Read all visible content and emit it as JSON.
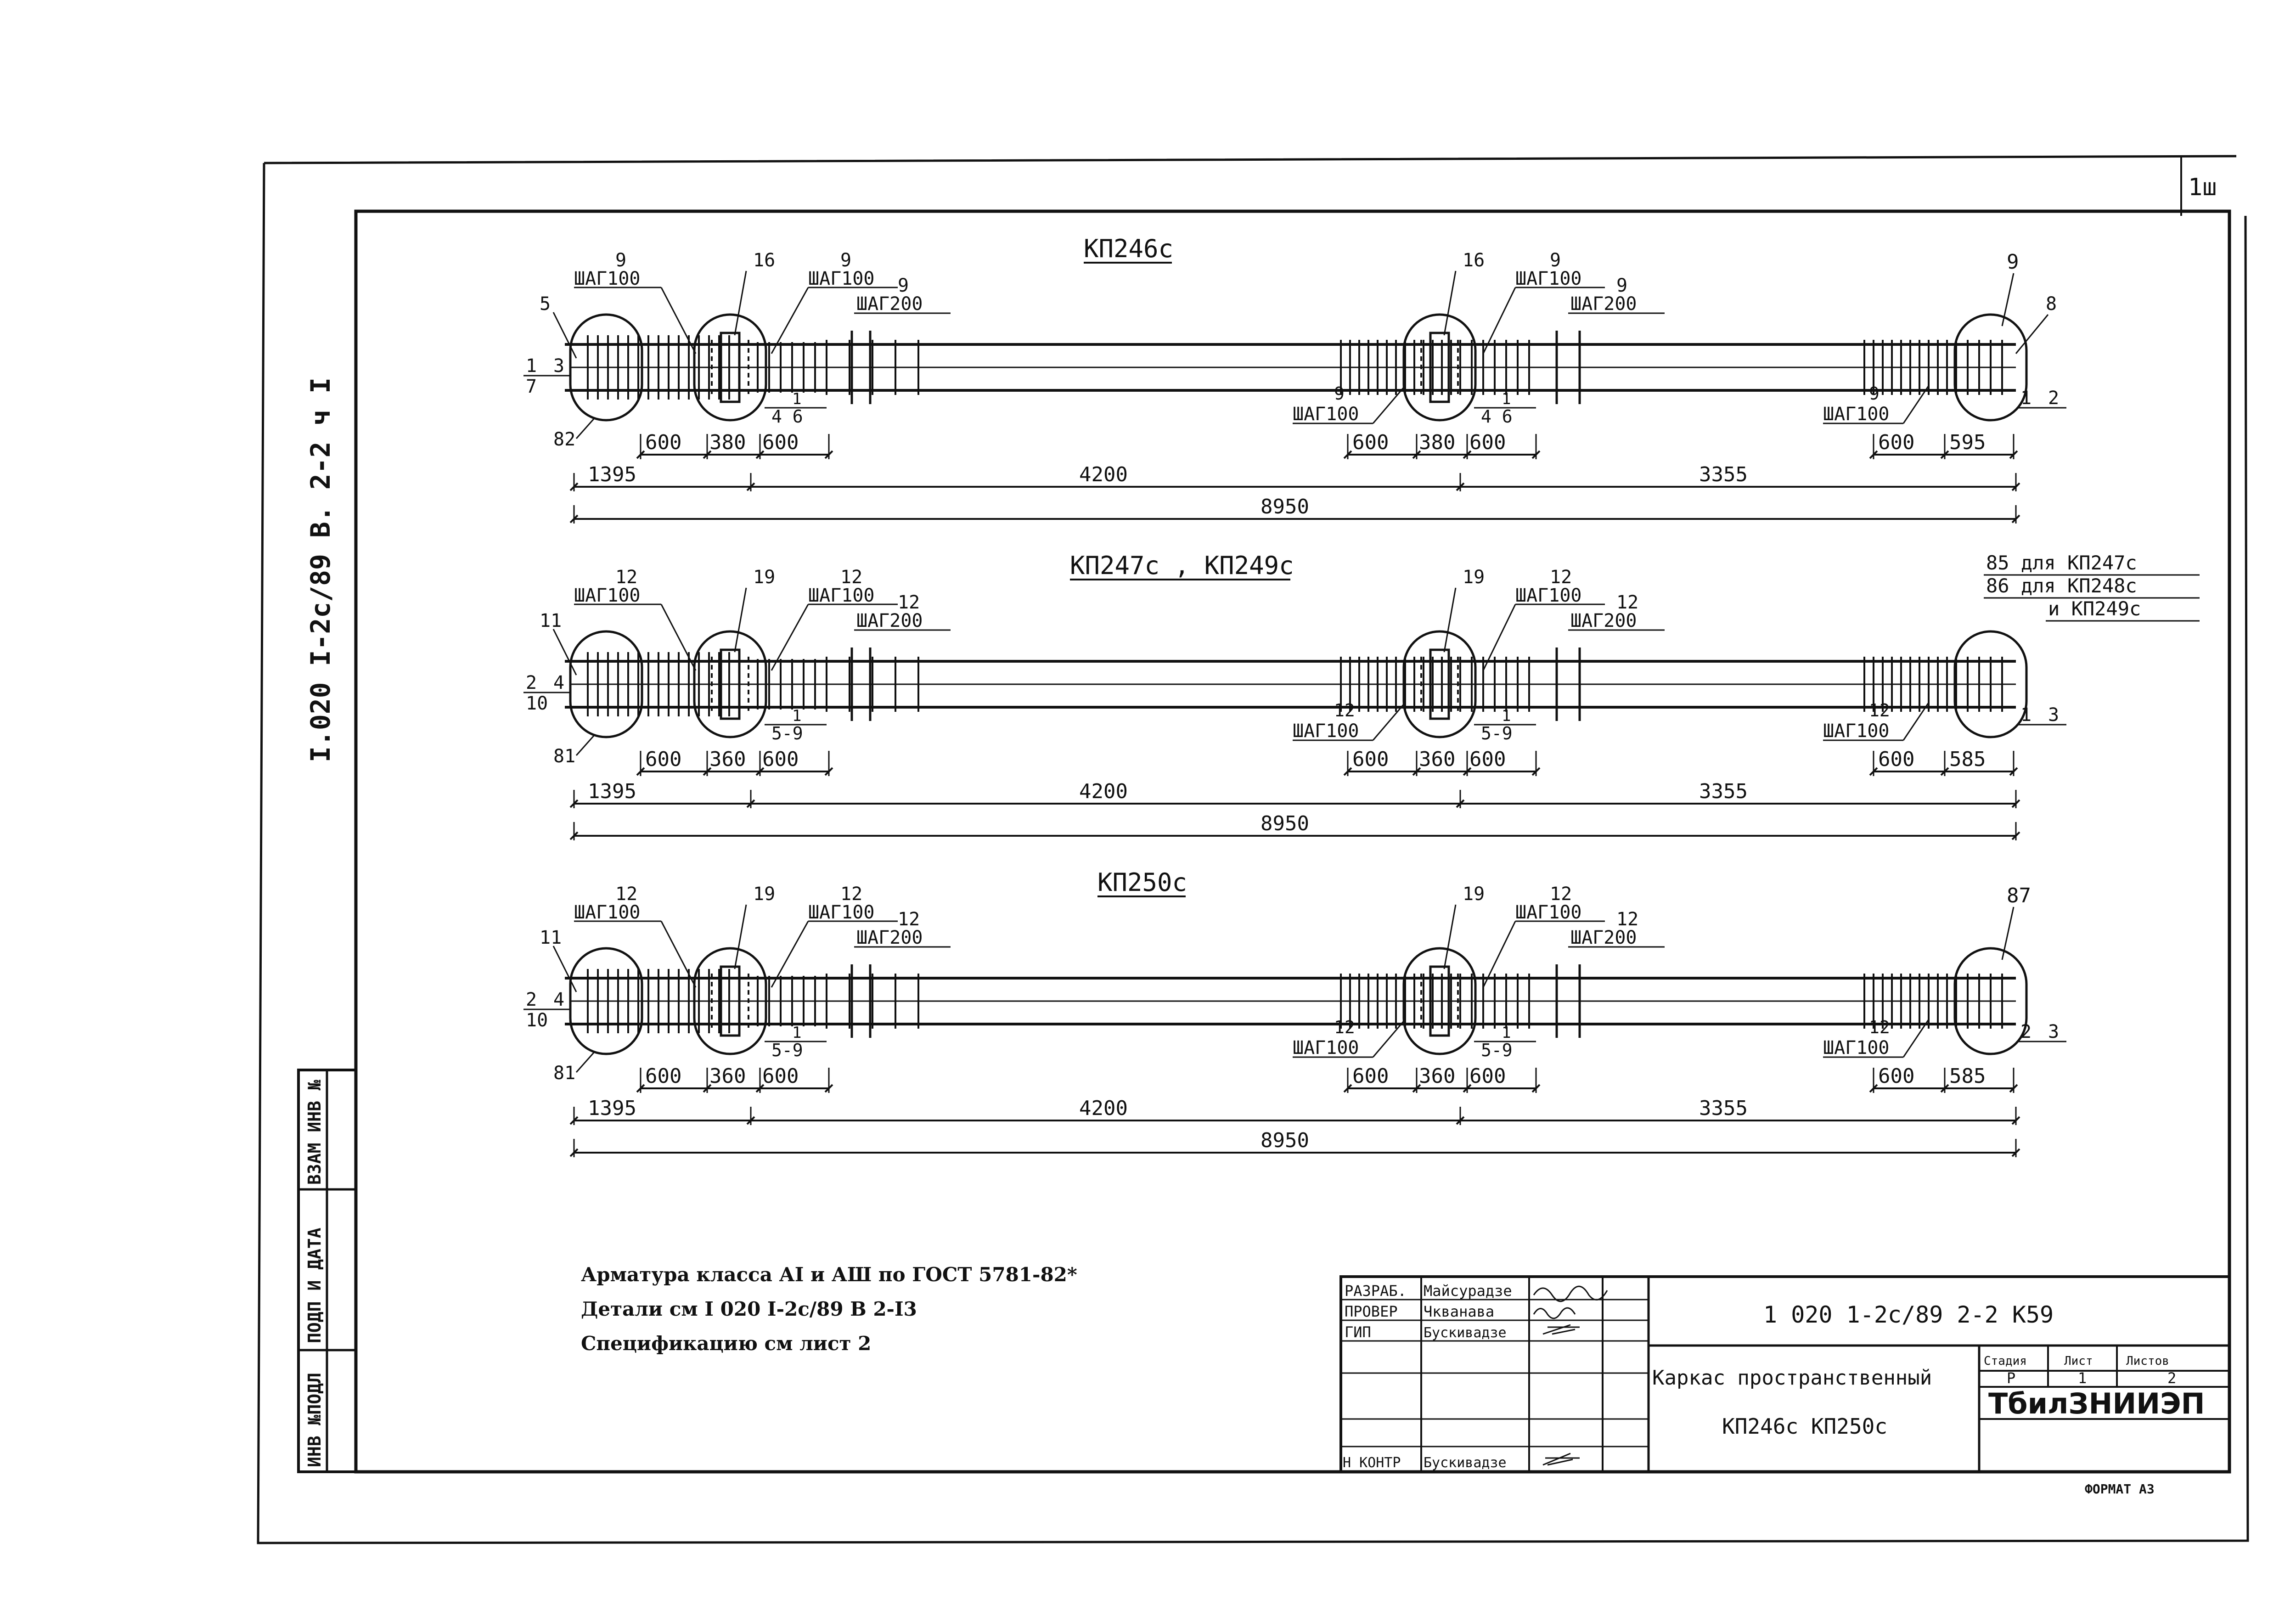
{
  "corner_mark": "1ш",
  "side_code": "I.020 I-2с/89 В. 2-2 ч I",
  "left_stamp": {
    "cells": [
      "ВЗАМ ИНВ №",
      "ПОДП И ДАТА",
      "ИНВ №ПОДЛ"
    ]
  },
  "views": [
    {
      "title": "КП246с",
      "labels": {
        "l_top_a": "9",
        "l_top_b": "ШАГ100",
        "l_5": "5",
        "l_1": "1",
        "l_3": "3",
        "l_7": "7",
        "l_82": "82",
        "m1_16": "16",
        "m1_9a": "9",
        "m1_step100": "ШАГ100",
        "m1_9b": "9",
        "m1_step200": "ШАГ200",
        "m1_1": "1",
        "m1_46": "4 6",
        "m2_16": "16",
        "m2_9a": "9",
        "m2_step100": "ШАГ100",
        "m2_9b": "9",
        "m2_step200": "ШАГ200",
        "m2_9c": "9",
        "m2_step100b": "ШАГ100",
        "m2_1": "1",
        "m2_46": "4 6",
        "r_top": "9",
        "r_8": "8",
        "r_9": "9",
        "r_step100": "ШАГ100",
        "r_1": "1",
        "r_2": "2"
      },
      "dims": {
        "a1": "600",
        "a2": "380",
        "a3": "600",
        "b1": "600",
        "b2": "380",
        "b3": "600",
        "c1": "600",
        "c2": "595",
        "d1": "1395",
        "d2": "4200",
        "d3": "3355",
        "total": "8950"
      }
    },
    {
      "title": "КП247с , КП249с",
      "labels": {
        "l_top_a": "12",
        "l_top_b": "ШАГ100",
        "l_5": "11",
        "l_1": "2",
        "l_3": "4",
        "l_7": "10",
        "l_82": "81",
        "m1_16": "19",
        "m1_9a": "12",
        "m1_step100": "ШАГ100",
        "m1_9b": "12",
        "m1_step200": "ШАГ200",
        "m1_1": "1",
        "m1_46": "5-9",
        "m2_16": "19",
        "m2_9a": "12",
        "m2_step100": "ШАГ100",
        "m2_9b": "12",
        "m2_step200": "ШАГ200",
        "m2_9c": "12",
        "m2_step100b": "ШАГ100",
        "m2_1": "1",
        "m2_46": "5-9",
        "r_top": "",
        "r_8": "",
        "r_9": "12",
        "r_step100": "ШАГ100",
        "r_1": "1",
        "r_2": "3"
      },
      "note_lines": [
        "85 для КП247с",
        "86 для КП248с",
        "и КП249с"
      ],
      "dims": {
        "a1": "600",
        "a2": "360",
        "a3": "600",
        "b1": "600",
        "b2": "360",
        "b3": "600",
        "c1": "600",
        "c2": "585",
        "d1": "1395",
        "d2": "4200",
        "d3": "3355",
        "total": "8950"
      }
    },
    {
      "title": "КП250с",
      "labels": {
        "l_top_a": "12",
        "l_top_b": "ШАГ100",
        "l_5": "11",
        "l_1": "2",
        "l_3": "4",
        "l_7": "10",
        "l_82": "81",
        "m1_16": "19",
        "m1_9a": "12",
        "m1_step100": "ШАГ100",
        "m1_9b": "12",
        "m1_step200": "ШАГ200",
        "m1_1": "1",
        "m1_46": "5-9",
        "m2_16": "19",
        "m2_9a": "12",
        "m2_step100": "ШАГ100",
        "m2_9b": "12",
        "m2_step200": "ШАГ200",
        "m2_9c": "12",
        "m2_step100b": "ШАГ100",
        "m2_1": "1",
        "m2_46": "5-9",
        "r_top": "87",
        "r_8": "",
        "r_9": "12",
        "r_step100": "ШАГ100",
        "r_1": "2",
        "r_2": "3"
      },
      "dims": {
        "a1": "600",
        "a2": "360",
        "a3": "600",
        "b1": "600",
        "b2": "360",
        "b3": "600",
        "c1": "600",
        "c2": "585",
        "d1": "1395",
        "d2": "4200",
        "d3": "3355",
        "total": "8950"
      }
    }
  ],
  "notes": [
    "Арматура класса АI и АШ по ГОСТ 5781-82*",
    "Детали см  I 020 I-2с/89 В 2-I3",
    "Спецификацию см  лист 2"
  ],
  "title_block": {
    "roles": [
      "РАЗРАБ.",
      "ПРОВЕР",
      "ГИП",
      "",
      "",
      "Н КОНТР"
    ],
    "names": [
      "Майсурадзе",
      "Чкванава",
      "Бускивадзе",
      "",
      "",
      "Бускивадзе"
    ],
    "doc_code": "1 020 1-2с/89 2-2 К59",
    "object_name_1": "Каркас пространственный",
    "object_name_2": "КП246с   КП250с",
    "stage_label": "Стадия",
    "sheet_label": "Лист",
    "sheets_label": "Листов",
    "stage_value": "Р",
    "sheet_value": "1",
    "sheets_value": "2",
    "org": "ТбилЗНИИЭП",
    "format": "ФОРМАТ А3"
  }
}
